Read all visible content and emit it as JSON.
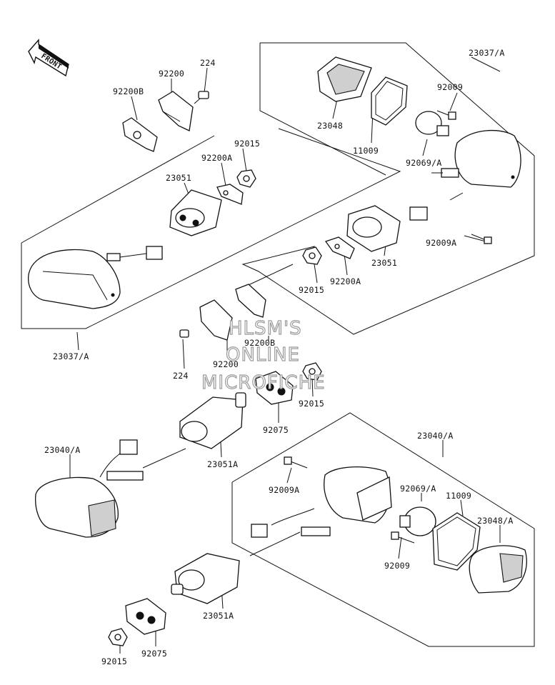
{
  "front_badge": "FRONT",
  "watermark": [
    "HLSM'S",
    "ONLINE",
    "MICROFICHE"
  ],
  "labels": {
    "p224_top": "224",
    "p92200_top": "92200",
    "p92200B_top": "92200B",
    "p92015_top": "92015",
    "p92200A_top": "92200A",
    "p23051_top": "23051",
    "p23037A_top": "23037/A",
    "p23048_top": "23048",
    "p11009_top": "11009",
    "p92009_top": "92009",
    "p92069A_top": "92069/A",
    "p92009A_top": "92009A",
    "p23051_mid": "23051",
    "p92015_mid": "92015",
    "p92200A_mid": "92200A",
    "p23037A_left": "23037/A",
    "p224_mid": "224",
    "p92200B_mid": "92200B",
    "p92200_mid": "92200",
    "p92015_center": "92015",
    "p92075_center": "92075",
    "p23040A_left": "23040/A",
    "p23051A_mid": "23051A",
    "p23040A_right": "23040/A",
    "p92009A_bottom": "92009A",
    "p92069A_bottom": "92069/A",
    "p11009_bottom": "11009",
    "p23048A_bottom": "23048/A",
    "p92009_bottom": "92009",
    "p23051A_bottom": "23051A",
    "p92015_bottom": "92015",
    "p92075_bottom": "92075"
  }
}
